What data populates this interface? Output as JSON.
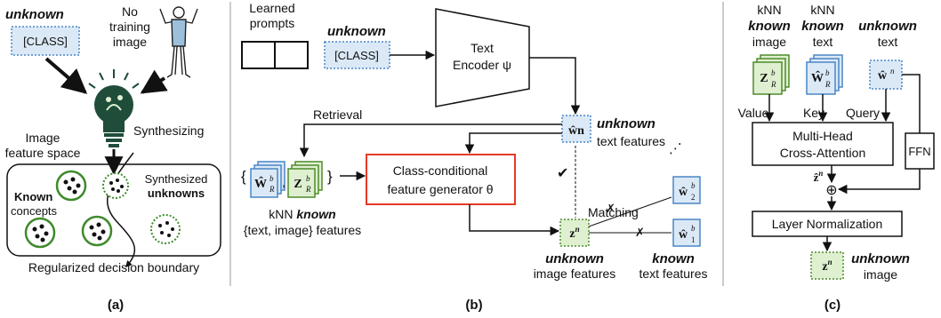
{
  "panel_a": {
    "unknown_label": "unknown",
    "class_token": "[CLASS]",
    "no_training_line1": "No",
    "no_training_line2": "training",
    "no_training_line3": "image",
    "synthesizing": "Synthesizing",
    "feature_space_line1": "Image",
    "feature_space_line2": "feature space",
    "known_word": "Known",
    "concepts_word": "concepts",
    "synth_line1": "Synthesized",
    "synth_line2": "unknowns",
    "boundary": "Regularized decision boundary",
    "caption": "(a)"
  },
  "panel_b": {
    "learned_line1": "Learned",
    "learned_line2": "prompts",
    "unknown_label": "unknown",
    "class_token": "[CLASS]",
    "encoder_line1": "Text",
    "encoder_line2": "Encoder ψ",
    "retrieval": "Retrieval",
    "w_hat_n": "ŵn",
    "unknown_text_label": "unknown",
    "text_features": "text features",
    "generator_line1": "Class-conditional",
    "generator_line2": "feature generator θ",
    "knn_line1_a": "kNN ",
    "knn_line1_b": "known",
    "knn_line2": "{text, image} features",
    "matching": "Matching",
    "check": "✔",
    "cross1": "✗",
    "cross2": "✗",
    "ellipsis": "⋰",
    "unknown_image_label": "unknown",
    "image_features": "image features",
    "known_label": "known",
    "known_text_features": "text features",
    "caption": "(b)"
  },
  "panel_c": {
    "col1_line1": "kNN",
    "col1_line2": "known",
    "col1_line3": "image",
    "col2_line1": "kNN",
    "col2_line2": "known",
    "col2_line3": "text",
    "col3_line1": "unknown",
    "col3_line2": "text",
    "value": "Value",
    "key": "Key",
    "query": "Query",
    "attn_line1": "Multi-Head",
    "attn_line2": "Cross-Attention",
    "ffn": "FFN",
    "plus": "⊕",
    "layer_norm": "Layer Normalization",
    "unknown_label": "unknown",
    "image": "image",
    "caption": "(c)"
  },
  "colors": {
    "text_feature_fill": "#dbe9f7",
    "text_feature_stroke": "#4a86c5",
    "image_feature_fill": "#dff0d0",
    "image_feature_stroke": "#4f8a2c",
    "generator_stroke": "#e53a25",
    "bulb": "#1f4d3a"
  }
}
